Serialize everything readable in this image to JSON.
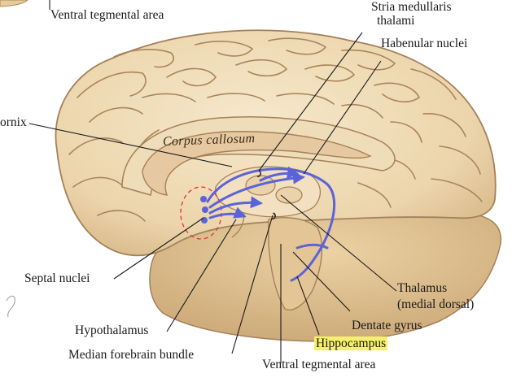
{
  "labels": {
    "top_ventral_tegmental_area": "Ventral tegmental area",
    "stria_medullaris_line1": "Stria medullaris",
    "stria_medullaris_line2": "thalami",
    "habenular_nuclei": "Habenular nuclei",
    "fornix": "ornix",
    "corpus_callosum": "Corpus callosum",
    "septal_nuclei": "Septal nuclei",
    "thalamus_line1": "Thalamus",
    "thalamus_line2": "(medial dorsal)",
    "hypothalamus": "Hypothalamus",
    "dentate_gyrus": "Dentate gyrus",
    "hippocampus": "Hippocampus",
    "median_forebrain_bundle": "Median forebrain bundle",
    "bottom_ventral_tegmental_area": "Ventral tegmental area"
  },
  "colors": {
    "brain_fill": "#efdcb8",
    "brain_shadow": "#c9a878",
    "gyrus_line": "#a9855a",
    "pathway": "#5b63d8",
    "septal_outline": "#e03030",
    "highlight": "#f7f06a"
  }
}
